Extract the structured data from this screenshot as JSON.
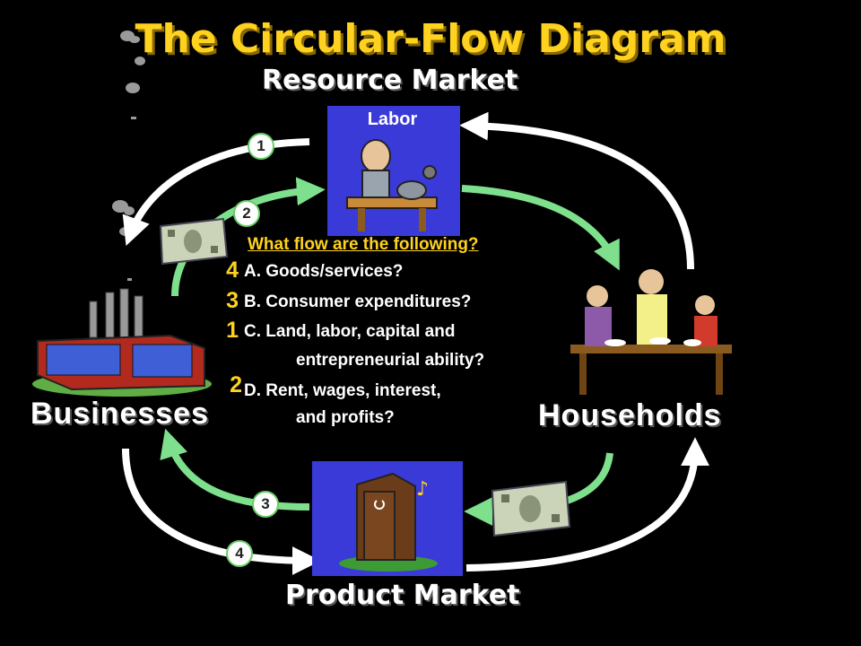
{
  "title": "The Circular-Flow Diagram",
  "resource_market_label": "Resource Market",
  "product_market_label": "Product Market",
  "labor_label": "Labor",
  "businesses_label": "Businesses",
  "households_label": "Households",
  "flow_numbers": {
    "n1": "1",
    "n2": "2",
    "n3": "3",
    "n4": "4"
  },
  "question": {
    "heading": "What flow are the following?",
    "items": [
      {
        "answer": "4",
        "line1": "A. Goods/services?",
        "line2": ""
      },
      {
        "answer": "3",
        "line1": "B. Consumer expenditures?",
        "line2": ""
      },
      {
        "answer": "1",
        "line1": "C. Land, labor, capital and",
        "line2": "entrepreneurial ability?"
      },
      {
        "answer": "2",
        "line1": "D.   Rent, wages, interest,",
        "line2": "and profits?"
      }
    ]
  },
  "colors": {
    "title": "#ffd21f",
    "green_flow": "#7ee08c",
    "white_flow": "#ffffff",
    "panel_blue": "#3a3ad8"
  }
}
